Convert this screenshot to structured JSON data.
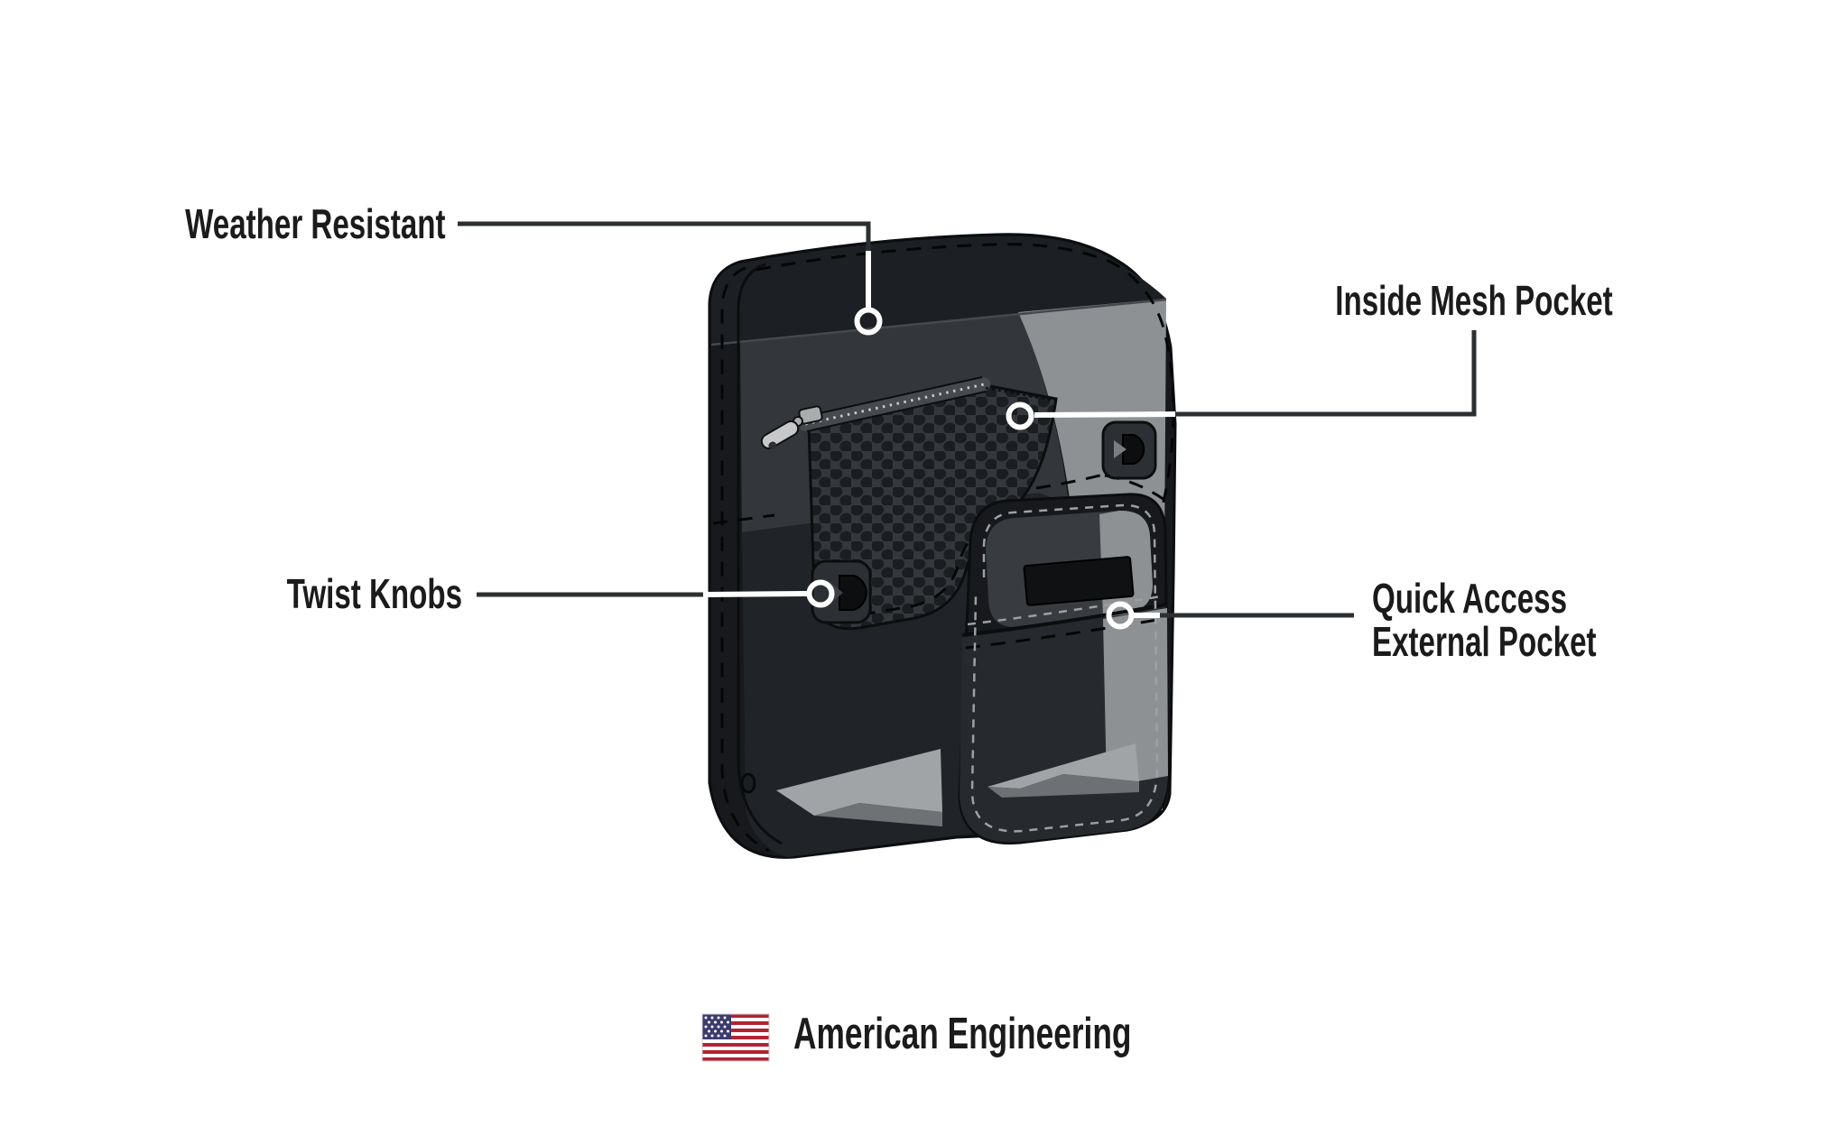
{
  "callouts": {
    "weather_resistant": {
      "label": "Weather Resistant"
    },
    "inside_mesh_pocket": {
      "label": "Inside Mesh Pocket"
    },
    "twist_knobs": {
      "label": "Twist Knobs"
    },
    "quick_access_external_pocket": {
      "line1": "Quick Access",
      "line2": "External Pocket"
    }
  },
  "footer": {
    "text": "American Engineering",
    "icon": "us-flag-icon"
  },
  "illustration": {
    "subject": "black pouch bag with mesh pocket, zipper, twist knobs and external pocket",
    "marker_style": "white ring on white leader line over bag, dark leader line over page"
  },
  "colors": {
    "label_text": "#1b1b1b",
    "leader_dark": "#2d3032",
    "leader_light": "#ffffff",
    "bag_shell": "#17191d",
    "bag_flap_top": "#1c1f23",
    "bag_front": "#33373b",
    "bag_lower_front": "#202428",
    "bag_side_gray": "#8e9194",
    "floor_highlight": "#a1a4a6",
    "mesh_web": "#34383c",
    "mesh_hole": "#1b1e21",
    "flag_red": "#b22234",
    "flag_blue": "#3c3b6e"
  }
}
